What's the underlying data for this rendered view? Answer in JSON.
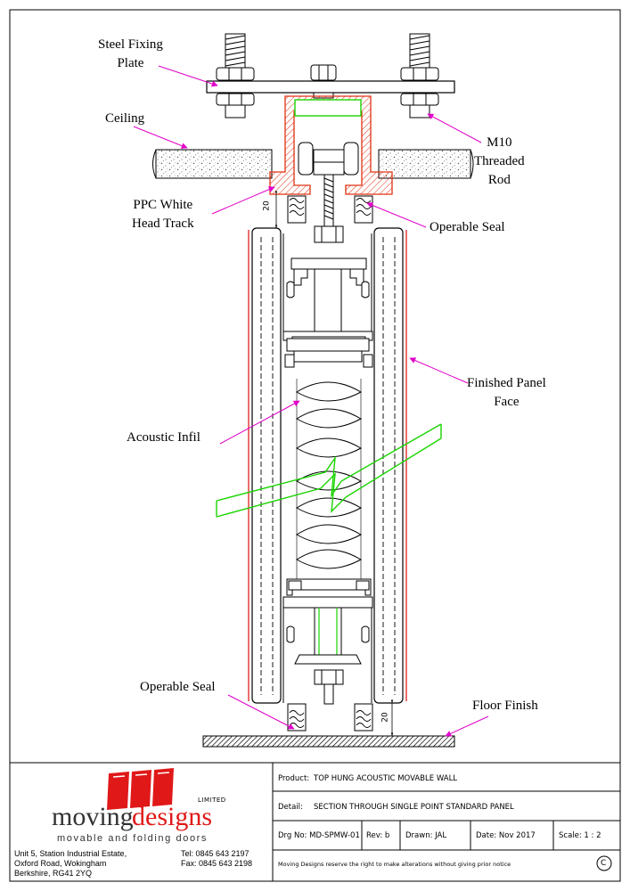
{
  "labels": {
    "steel_fixing_plate": [
      "Steel Fixing",
      "Plate"
    ],
    "ceiling": "Ceiling",
    "m10_rod": [
      "M10",
      "Threaded",
      "Rod"
    ],
    "ppc_head_track": [
      "PPC White",
      "Head Track"
    ],
    "operable_seal_top": "Operable Seal",
    "finished_panel_face": [
      "Finished Panel",
      "Face"
    ],
    "acoustic_infil": "Acoustic Infil",
    "operable_seal_bottom": "Operable Seal",
    "floor_finish": "Floor Finish"
  },
  "dimensions": {
    "top_gap": "20",
    "bottom_gap": "20"
  },
  "title_block": {
    "logo": {
      "word1": "moving",
      "word2": "designs",
      "limited": "LIMITED",
      "tagline": "movable and folding doors"
    },
    "address": {
      "lines": [
        "Unit 5, Station Industrial Estate,",
        "Oxford Road, Wokingham",
        "Berkshire, RG41 2YQ"
      ],
      "tel": "Tel:  0845 643 2197",
      "fax": "Fax: 0845 643 2198"
    },
    "product": "TOP HUNG ACOUSTIC MOVABLE WALL",
    "product_label": "Product:",
    "detail": "SECTION THROUGH SINGLE POINT STANDARD PANEL",
    "detail_label": "Detail:",
    "drg_no": "Drg No: MD-SPMW-01",
    "rev": "Rev: b",
    "drawn": "Drawn:  JAL",
    "date": "Date: Nov 2017",
    "scale": "Scale:  1 : 2",
    "notice": "Moving Designs reserve the right to make alterations without giving prior notice",
    "copyright": "C"
  },
  "colors": {
    "label_arrow": "#e000c8",
    "head_track": "#e03010",
    "finished_face": "#e02020",
    "seal_green": "#19d400",
    "logo_red": "#e01818"
  }
}
